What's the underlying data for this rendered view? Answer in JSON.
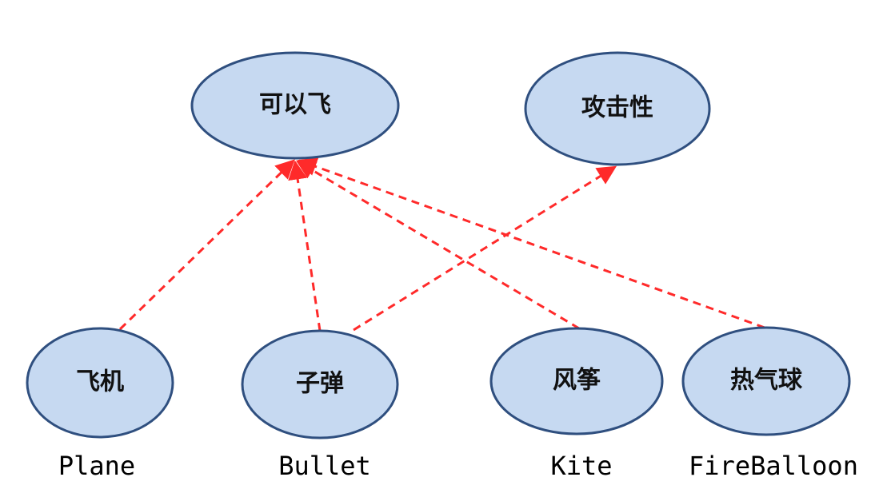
{
  "diagram": {
    "nodes": {
      "fly": {
        "label": "可以飞"
      },
      "attack": {
        "label": "攻击性"
      },
      "plane": {
        "label": "飞机",
        "caption": "Plane"
      },
      "bullet": {
        "label": "子弹",
        "caption": "Bullet"
      },
      "kite": {
        "label": "风筝",
        "caption": "Kite"
      },
      "balloon": {
        "label": "热气球",
        "caption": "FireBalloon"
      }
    },
    "edges": [
      {
        "from": "plane",
        "to": "fly",
        "style": "dashed-arrow"
      },
      {
        "from": "bullet",
        "to": "fly",
        "style": "dashed-arrow"
      },
      {
        "from": "bullet",
        "to": "attack",
        "style": "dashed-arrow"
      },
      {
        "from": "kite",
        "to": "fly",
        "style": "dashed-arrow"
      },
      {
        "from": "balloon",
        "to": "fly",
        "style": "dashed-arrow"
      }
    ],
    "colors": {
      "node_fill": "#c6d9f1",
      "node_stroke": "#2f4f7f",
      "edge": "#ff2a2a"
    }
  }
}
